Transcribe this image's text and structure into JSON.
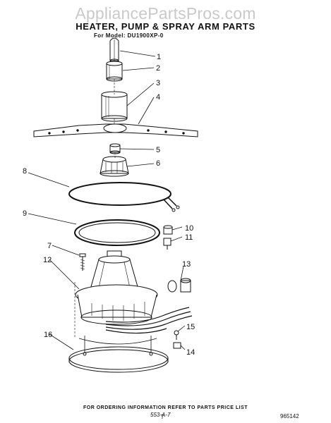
{
  "watermark": "AppliancePartsPros.com",
  "title": "HEATER, PUMP & SPRAY ARM  PARTS",
  "model": "For Model: DU1900XP-0",
  "callouts": [
    "1",
    "2",
    "3",
    "4",
    "5",
    "6",
    "7",
    "8",
    "9",
    "10",
    "11",
    "12",
    "13",
    "14",
    "15",
    "16"
  ],
  "footer": "FOR ORDERING INFORMATION REFER TO PARTS PRICE LIST",
  "page_number": "7",
  "diagram_id": "965142",
  "ref_code": "553-A-7"
}
